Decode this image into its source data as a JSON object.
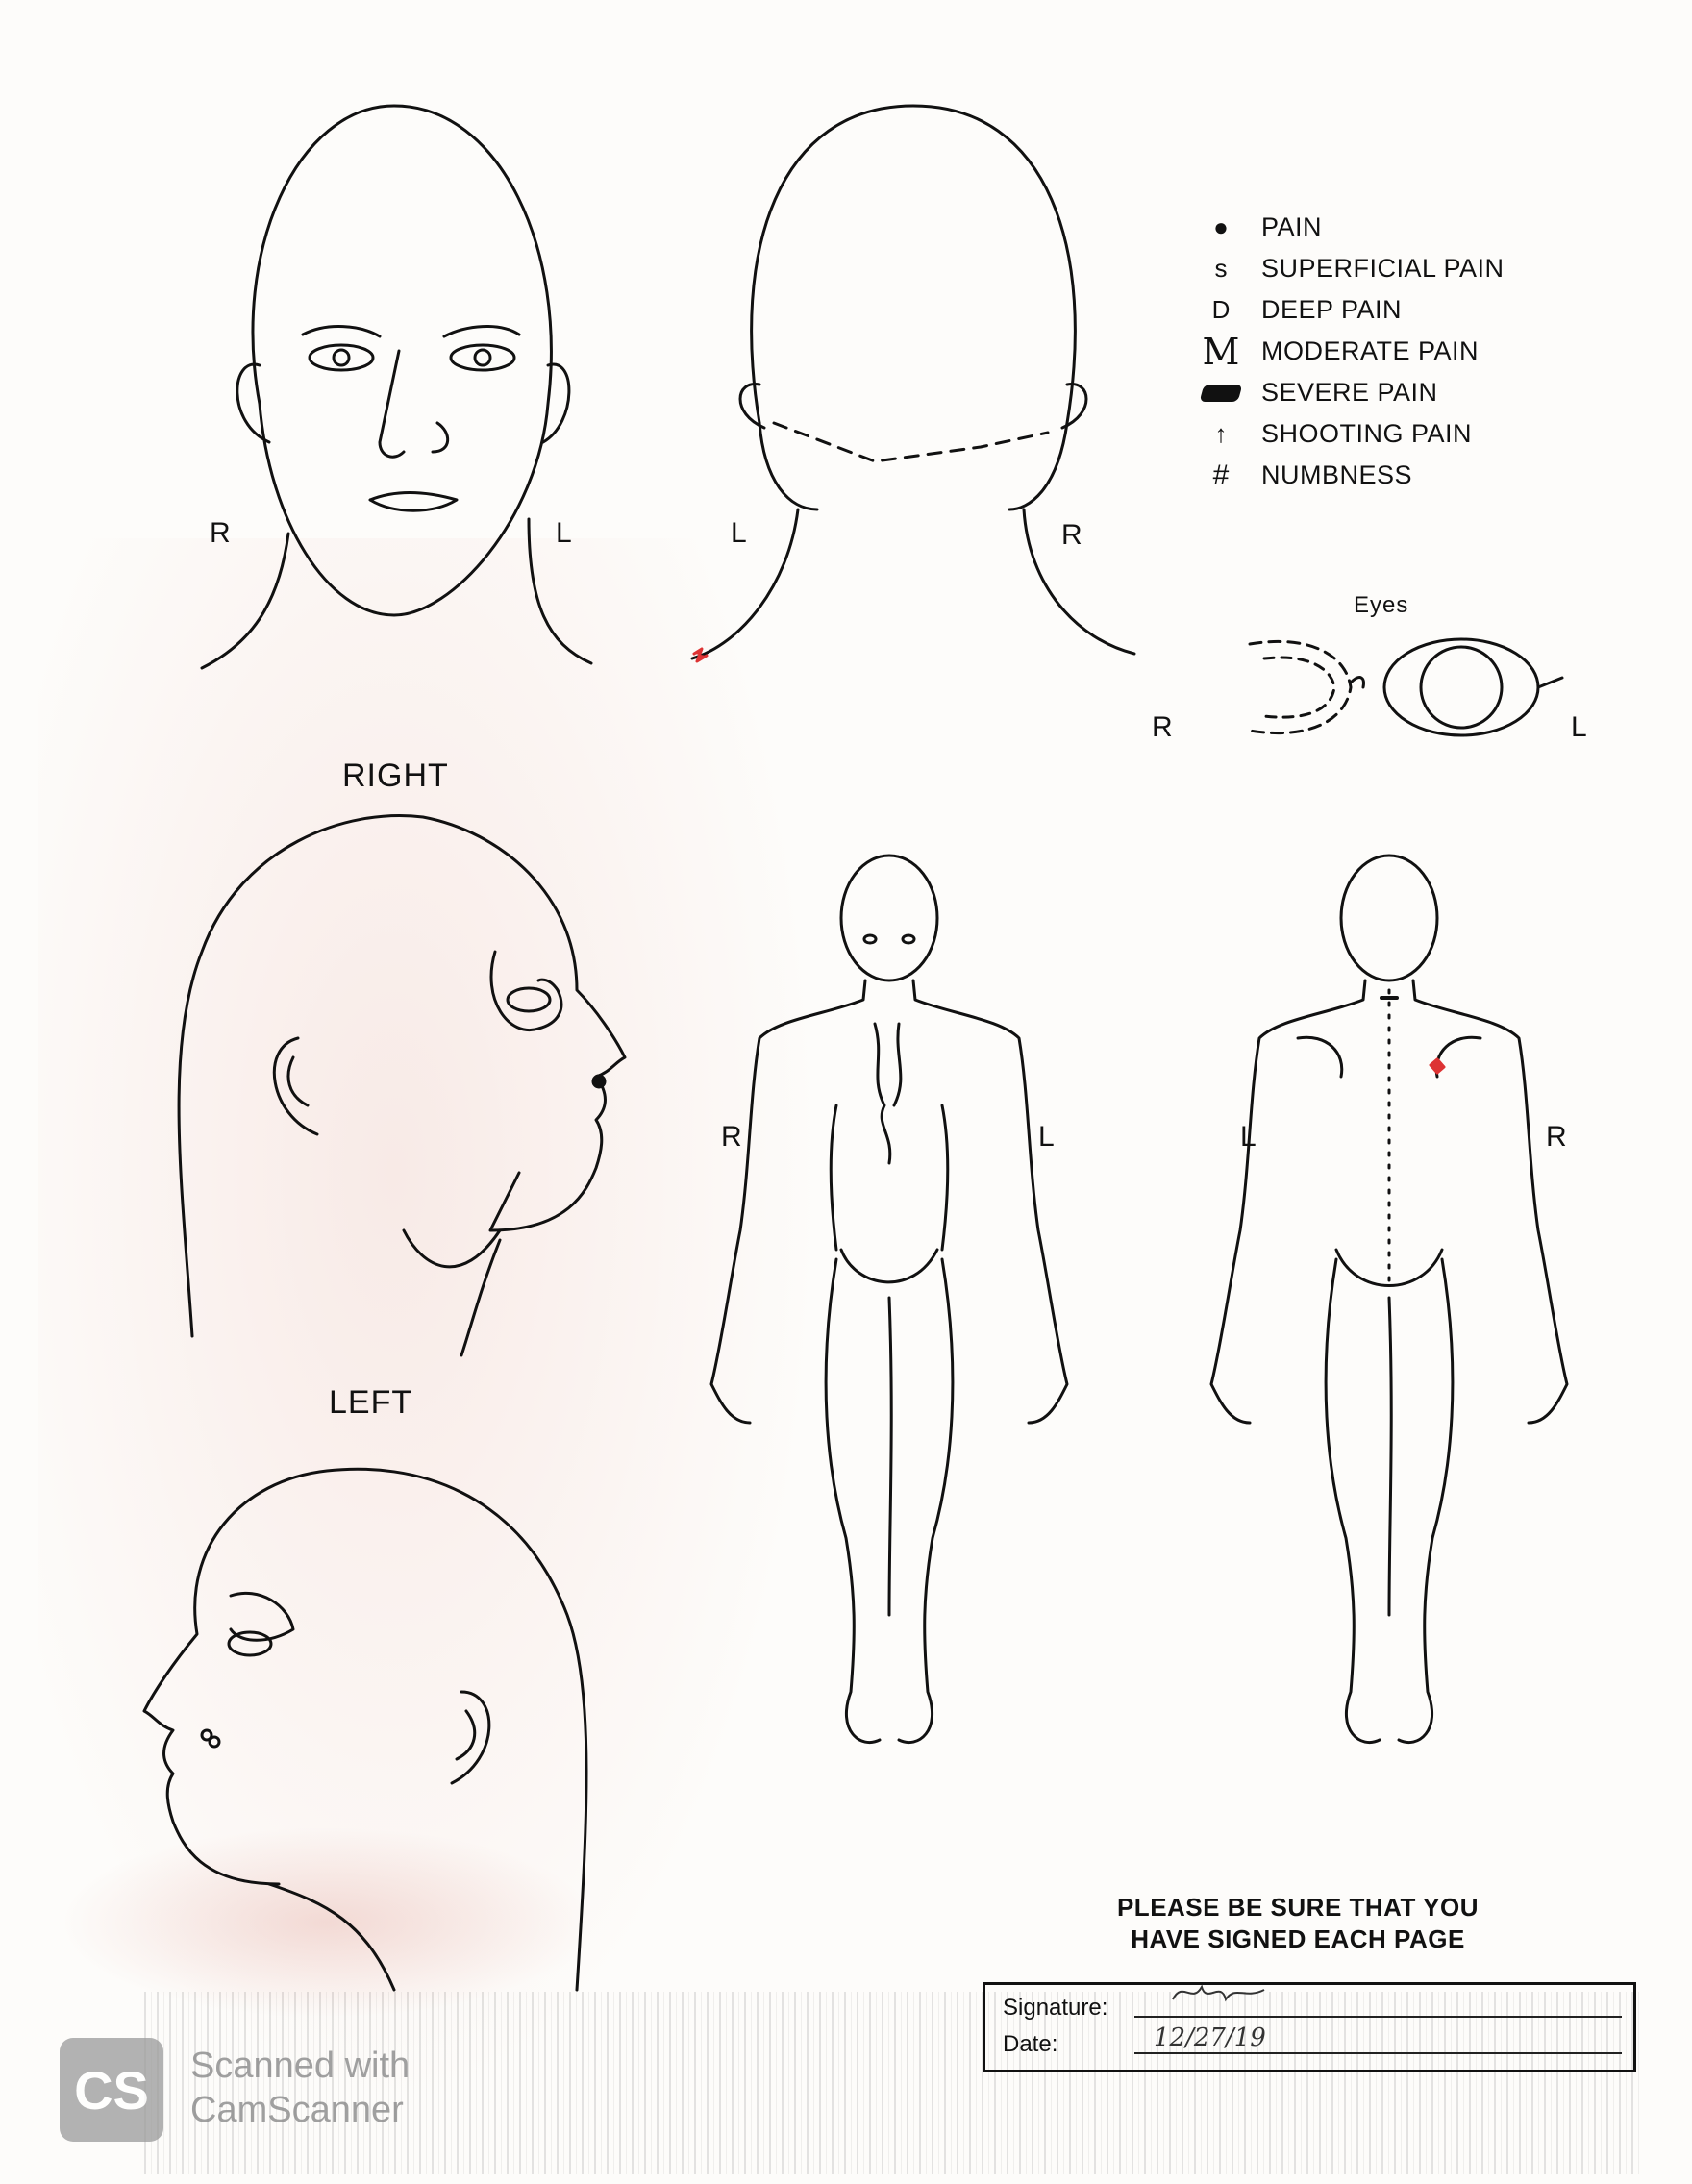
{
  "legend": {
    "items": [
      {
        "symbol": "•",
        "label": "PAIN"
      },
      {
        "symbol": "s",
        "label": "SUPERFICIAL PAIN"
      },
      {
        "symbol": "D",
        "label": "DEEP PAIN"
      },
      {
        "symbol": "M",
        "label": "MODERATE PAIN"
      },
      {
        "symbol": "severe-block-icon",
        "label": "SEVERE PAIN"
      },
      {
        "symbol": "arrow-up-icon",
        "label": "SHOOTING PAIN"
      },
      {
        "symbol": "crosshatch-icon",
        "label": "NUMBNESS"
      }
    ]
  },
  "labels": {
    "front_head_r": "R",
    "front_head_l": "L",
    "back_head_l": "L",
    "back_head_r": "R",
    "eyes_title": "Eyes",
    "eyes_r": "R",
    "eyes_l": "L",
    "right_title": "RIGHT",
    "left_title": "LEFT",
    "front_body_r": "R",
    "front_body_l": "L",
    "back_body_l": "L",
    "back_body_r": "R"
  },
  "notice": {
    "line1": "PLEASE BE SURE THAT YOU",
    "line2": "HAVE SIGNED EACH PAGE"
  },
  "signature": {
    "signature_label": "Signature:",
    "date_label": "Date:",
    "date_value": "12/27/19"
  },
  "scanner": {
    "logo": "CS",
    "line1": "Scanned with",
    "line2": "CamScanner"
  },
  "colors": {
    "marking": "#dd3333"
  }
}
